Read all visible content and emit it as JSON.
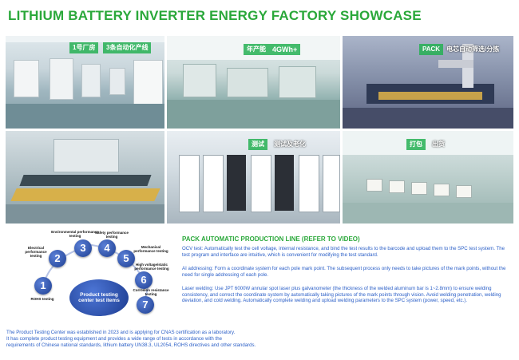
{
  "title": "LITHIUM BATTERY INVERTER ENERGY FACTORY SHOWCASE",
  "photos": {
    "p1": {
      "tag1": "1号厂房",
      "tag2": "3条自动化产线"
    },
    "p2": {
      "tag1": "年产能",
      "tag2": "4GWh+"
    },
    "p3": {
      "tag1": "PACK",
      "tag2": "电芯自动筛选/分拣"
    },
    "p5": {
      "tag1": "测试",
      "tag2": "测试及老化"
    },
    "p6": {
      "tag1": "打包",
      "tag2": "出货"
    }
  },
  "diagram": {
    "center": "Product testing center test items",
    "items": [
      {
        "num": "1",
        "label": "ROHS testing"
      },
      {
        "num": "2",
        "label": "Electrical performance testing"
      },
      {
        "num": "3",
        "label": "Environmental performance testing"
      },
      {
        "num": "4",
        "label": "Safety performance testing"
      },
      {
        "num": "5",
        "label": "Mechanical performance testing"
      },
      {
        "num": "6",
        "label": "High voltage/static performance testing"
      },
      {
        "num": "7",
        "label": "Corrosion resistance testing"
      }
    ]
  },
  "pack": {
    "title": "PACK AUTOMATIC PRODUCTION LINE (REFER TO VIDEO)",
    "ocv": "OCV test: Automatically test the cell voltage, internal resistance, and bind the test results to the barcode and upload them to the SPC test system. The test program and interface are intuitive, which is convenient for modifying the test standard.",
    "ai": "AI addressing: Form a coordinate system for each pole mark point. The subsequent process only needs to take pictures of the mark points, without the need for single addressing of each pole.",
    "laser": "Laser welding: Use JPT 6000W annular spot laser plus galvanometer (the thickness of the welded aluminum bar is 1~2.8mm) to ensure welding consistency, and correct the coordinate system by automatically taking pictures of the mark points through vision. Avoid welding penetration, welding deviation, and cold welding. Automatically complete welding and upload welding parameters to the SPC system (power, speed, etc.)."
  },
  "footer": {
    "line1": "The Product Testing Center was established in 2023 and is applying for CNAS certification as a laboratory.",
    "line2": "It has complete product testing equipment and provides a wide range of tests in accordance with the",
    "line3": "requirements of Chinese national standards, lithium battery UN38.3, UL2054, ROHS directives and other standards."
  },
  "colors": {
    "title": "#2aa83a",
    "body": "#2b5fc7",
    "tag": "#26b054",
    "circle": "#1e3f92"
  }
}
